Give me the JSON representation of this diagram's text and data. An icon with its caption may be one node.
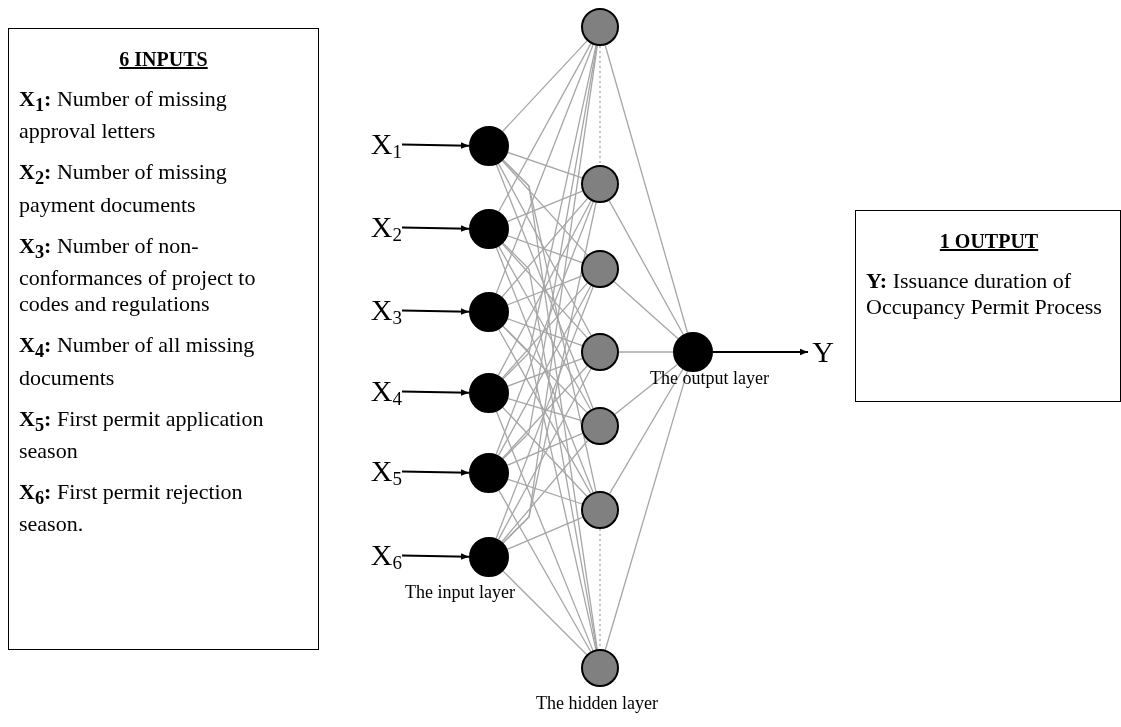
{
  "diagram": {
    "nodes": [
      {
        "text": [
          "6 INPUTS",
          "**X**$_{1}$**:** Number of missing approval letters",
          "**X**$_{2}$**:** Number of missing payment documents",
          "**X**$_{3}$**:** Number of non-conformances of project to codes and regulations",
          "**X**$_{4}$**:** Number of all missing documents",
          "**X**$_{5}$**:** First permit application season",
          "**X**$_{6}$**:** First permit rejection season."
        ]
      },
      {
        "text": [
          "X$_{1}$"
        ]
      },
      {
        "text": [
          "X$_{2}$"
        ]
      },
      {
        "text": [
          "X$_{3}$"
        ]
      },
      {
        "text": [
          "X$_{4}$"
        ]
      },
      {
        "text": [
          "X$_{5}$"
        ]
      },
      {
        "text": [
          "X$_{6}$"
        ]
      },
      {
        "text": [],
        "shape": "circle"
      },
      {
        "text": [],
        "shape": "circle"
      },
      {
        "text": [],
        "shape": "circle"
      },
      {
        "text": [],
        "shape": "circle"
      },
      {
        "text": [],
        "shape": "circle"
      },
      {
        "text": [],
        "shape": "circle",
        "beside": [
          "The input layer"
        ]
      },
      {
        "text": [],
        "shape": "circle"
      },
      {
        "text": [],
        "shape": "circle"
      },
      {
        "text": [],
        "shape": "circle"
      },
      {
        "text": [],
        "shape": "circle"
      },
      {
        "text": [],
        "shape": "circle"
      },
      {
        "text": [],
        "shape": "circle"
      },
      {
        "text": [],
        "shape": "circle",
        "beside": [
          "The hidden layer"
        ]
      },
      {
        "text": [],
        "shape": "circle",
        "beside": [
          "The output layer"
        ]
      },
      {
        "text": [
          "Y"
        ]
      },
      {
        "text": [
          "1 OUTPUT",
          "**Y:** Issuance duration of Occupancy Permit Process"
        ]
      }
    ],
    "edges": [
      {
        "from": 1,
        "to": 7,
        "arrow": "to",
        "color": "#000000"
      },
      {
        "from": 2,
        "to": 8,
        "arrow": "to",
        "color": "#000000"
      },
      {
        "from": 3,
        "to": 9,
        "arrow": "to",
        "color": "#000000"
      },
      {
        "from": 4,
        "to": 10,
        "arrow": "to",
        "color": "#000000"
      },
      {
        "from": 5,
        "to": 11,
        "arrow": "to",
        "color": "#000000"
      },
      {
        "from": 6,
        "to": 12,
        "arrow": "to",
        "color": "#000000"
      },
      {
        "from": 7,
        "to": 13,
        "arrow": "none"
      },
      {
        "from": 7,
        "to": 14,
        "arrow": "none"
      },
      {
        "from": 7,
        "to": 15,
        "arrow": "none"
      },
      {
        "from": 7,
        "to": 16,
        "arrow": "none"
      },
      {
        "from": 7,
        "to": 17,
        "arrow": "none"
      },
      {
        "from": 7,
        "to": 18,
        "arrow": "none"
      },
      {
        "from": 7,
        "to": 19,
        "arrow": "none"
      },
      {
        "from": 8,
        "to": 13,
        "arrow": "none"
      },
      {
        "from": 8,
        "to": 14,
        "arrow": "none"
      },
      {
        "from": 8,
        "to": 15,
        "arrow": "none"
      },
      {
        "from": 8,
        "to": 16,
        "arrow": "none"
      },
      {
        "from": 8,
        "to": 17,
        "arrow": "none"
      },
      {
        "from": 8,
        "to": 18,
        "arrow": "none"
      },
      {
        "from": 8,
        "to": 19,
        "arrow": "none"
      },
      {
        "from": 9,
        "to": 13,
        "arrow": "none"
      },
      {
        "from": 9,
        "to": 14,
        "arrow": "none"
      },
      {
        "from": 9,
        "to": 15,
        "arrow": "none"
      },
      {
        "from": 9,
        "to": 16,
        "arrow": "none"
      },
      {
        "from": 9,
        "to": 17,
        "arrow": "none"
      },
      {
        "from": 9,
        "to": 18,
        "arrow": "none"
      },
      {
        "from": 9,
        "to": 19,
        "arrow": "none"
      },
      {
        "from": 10,
        "to": 13,
        "arrow": "none"
      },
      {
        "from": 10,
        "to": 14,
        "arrow": "none"
      },
      {
        "from": 10,
        "to": 15,
        "arrow": "none"
      },
      {
        "from": 10,
        "to": 16,
        "arrow": "none"
      },
      {
        "from": 10,
        "to": 17,
        "arrow": "none"
      },
      {
        "from": 10,
        "to": 18,
        "arrow": "none"
      },
      {
        "from": 10,
        "to": 19,
        "arrow": "none"
      },
      {
        "from": 11,
        "to": 13,
        "arrow": "none"
      },
      {
        "from": 11,
        "to": 14,
        "arrow": "none"
      },
      {
        "from": 11,
        "to": 15,
        "arrow": "none"
      },
      {
        "from": 11,
        "to": 16,
        "arrow": "none"
      },
      {
        "from": 11,
        "to": 17,
        "arrow": "none"
      },
      {
        "from": 11,
        "to": 18,
        "arrow": "none"
      },
      {
        "from": 11,
        "to": 19,
        "arrow": "none"
      },
      {
        "from": 12,
        "to": 13,
        "arrow": "none"
      },
      {
        "from": 12,
        "to": 14,
        "arrow": "none"
      },
      {
        "from": 12,
        "to": 15,
        "arrow": "none"
      },
      {
        "from": 12,
        "to": 16,
        "arrow": "none"
      },
      {
        "from": 12,
        "to": 17,
        "arrow": "none"
      },
      {
        "from": 12,
        "to": 18,
        "arrow": "none"
      },
      {
        "from": 12,
        "to": 19,
        "arrow": "none"
      },
      {
        "from": 13,
        "to": 14,
        "arrow": "none",
        "style": "dashed"
      },
      {
        "from": 18,
        "to": 19,
        "arrow": "none",
        "style": "dashed"
      },
      {
        "from": 13,
        "to": 20,
        "arrow": "none"
      },
      {
        "from": 14,
        "to": 20,
        "arrow": "none"
      },
      {
        "from": 15,
        "to": 20,
        "arrow": "none"
      },
      {
        "from": 16,
        "to": 20,
        "arrow": "none"
      },
      {
        "from": 17,
        "to": 20,
        "arrow": "none"
      },
      {
        "from": 18,
        "to": 20,
        "arrow": "none"
      },
      {
        "from": 19,
        "to": 20,
        "arrow": "none"
      },
      {
        "from": 20,
        "to": 21,
        "arrow": "to",
        "color": "#000000"
      }
    ]
  }
}
